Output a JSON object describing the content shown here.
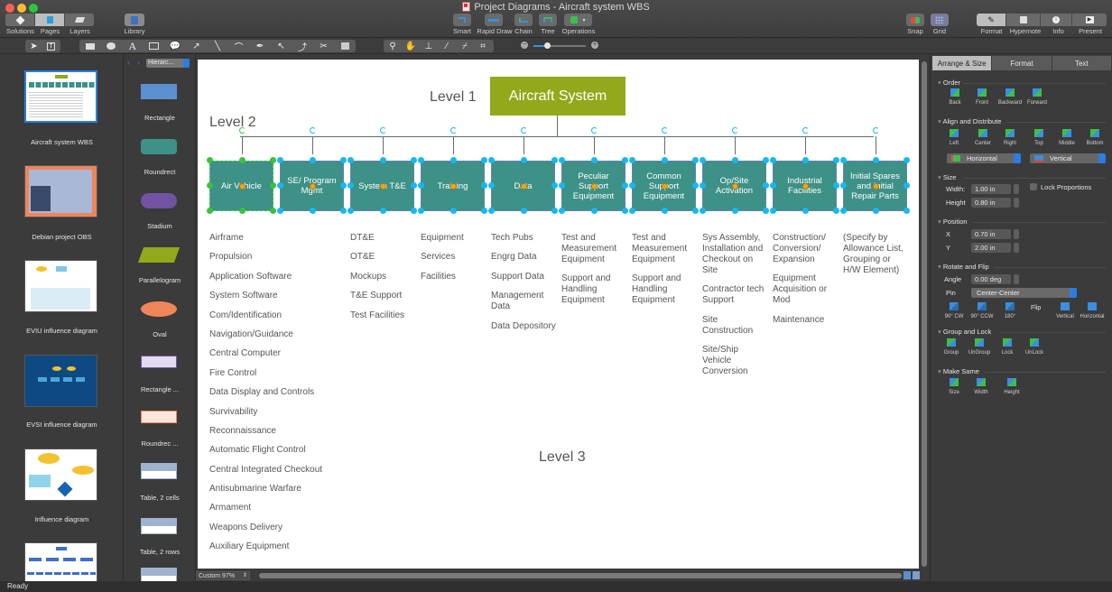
{
  "window": {
    "title": "Project Diagrams - Aircraft system WBS",
    "traffic_lights": {
      "close": "#ff5f57",
      "minimize": "#febc2e",
      "zoom": "#28c840"
    }
  },
  "toolbar": {
    "left_segment": [
      {
        "label": "Solutions",
        "icon": "solutions-icon",
        "active": false
      },
      {
        "label": "Pages",
        "icon": "pages-icon",
        "active": true
      },
      {
        "label": "Layers",
        "icon": "layers-icon",
        "active": false
      }
    ],
    "library": {
      "label": "Library",
      "icon": "library-icon"
    },
    "center": [
      {
        "label": "Smart",
        "icon": "smart-connector-icon"
      },
      {
        "label": "Rapid Draw",
        "icon": "rapid-draw-icon"
      },
      {
        "label": "Chain",
        "icon": "chain-icon"
      },
      {
        "label": "Tree",
        "icon": "tree-icon"
      },
      {
        "label": "Operations",
        "icon": "operations-icon"
      }
    ],
    "snap": {
      "label": "Snap",
      "icon": "snap-icon"
    },
    "grid": {
      "label": "Grid",
      "icon": "grid-icon"
    },
    "right_segment": [
      {
        "label": "Format",
        "icon": "format-icon",
        "active": true
      },
      {
        "label": "Hypernote",
        "icon": "hypernote-icon",
        "active": false
      },
      {
        "label": "Info",
        "icon": "info-icon",
        "active": false
      },
      {
        "label": "Present",
        "icon": "present-icon",
        "active": false
      }
    ]
  },
  "drawing_tools": {
    "select_group": [
      "pointer-tool",
      "text-select-tool"
    ],
    "shape_group": [
      "rectangle-tool",
      "oval-tool",
      "text-tool",
      "text-box-tool",
      "callout-tool",
      "arrow-tool",
      "line-tool",
      "arc-tool",
      "pen-tool",
      "bezier-tool",
      "polyline-tool",
      "connector-tool",
      "image-tool"
    ],
    "view_group": [
      "zoom-tool",
      "hand-tool",
      "stamp-tool",
      "eyedropper-tool",
      "brush-tool",
      "crop-tool"
    ],
    "zoom_slider_value": 0.2
  },
  "pages_panel": {
    "pages": [
      {
        "label": "Aircraft system WBS",
        "selected": true
      },
      {
        "label": "Debian project OBS",
        "selected": false
      },
      {
        "label": "EVIU influence diagram",
        "selected": false
      },
      {
        "label": "EVSI influence diagram",
        "selected": false
      },
      {
        "label": "Influence diagram",
        "selected": false
      },
      {
        "label": "",
        "selected": false
      }
    ]
  },
  "library_panel": {
    "library_select": "Hierarc...",
    "shapes": [
      {
        "label": "Rectangle",
        "color": "#5b8fd0"
      },
      {
        "label": "Roundrect",
        "color": "#3d9187"
      },
      {
        "label": "Stadium",
        "color": "#7152a3"
      },
      {
        "label": "Parallelogram",
        "color": "#93a81a"
      },
      {
        "label": "Oval",
        "color": "#f0855a"
      },
      {
        "label": "Rectangle ...",
        "color": "#e3daf2"
      },
      {
        "label": "Roundrec ...",
        "color": "#fde6dc"
      },
      {
        "label": "Table, 2 cells",
        "color": "#9fb3cf"
      },
      {
        "label": "Table, 2 rows",
        "color": "#9fb3cf"
      },
      {
        "label": "",
        "color": "#9fb3cf"
      }
    ]
  },
  "diagram": {
    "level1_label": "Level 1",
    "level2_label": "Level 2",
    "level3_label": "Level 3",
    "root": {
      "label": "Aircraft System",
      "color": "#93a81a"
    },
    "level2_color": "#3d9187",
    "level2": [
      {
        "label": "Air Vehicle",
        "children": [
          "Airframe",
          "Propulsion",
          "Application Software",
          "System Software",
          "Com/Identification",
          "Navigation/Guidance",
          "Central Computer",
          "Fire Control",
          "Data Display and Controls",
          "Survivability",
          "Reconnaissance",
          "Automatic Flight Control",
          "Central Integrated Checkout",
          "Antisubmarine Warfare",
          "Armament",
          "Weapons Delivery",
          "Auxiliary Equipment"
        ]
      },
      {
        "label": "SE/ Program Mgmt",
        "children": []
      },
      {
        "label": "System T&E",
        "children": [
          "DT&E",
          "OT&E",
          "Mockups",
          "T&E Support",
          "Test Facilities"
        ]
      },
      {
        "label": "Training",
        "children": [
          "Equipment",
          "Services",
          "Facilities"
        ]
      },
      {
        "label": "Data",
        "children": [
          "Tech Pubs",
          "Engrg Data",
          "Support Data",
          "Management Data",
          "Data Depository"
        ]
      },
      {
        "label": "Peculiar Support Equipment",
        "children": [
          "Test and Measurement Equipment",
          "Support and Handling Equipment"
        ]
      },
      {
        "label": "Common Support Equipment",
        "children": [
          "Test and Measurement Equipment",
          "Support and Handling Equipment"
        ]
      },
      {
        "label": "Op/Site Activation",
        "children": [
          "Sys Assembly, Installation and Checkout on Site",
          "Contractor tech Support",
          "Site Construction",
          "Site/Ship Vehicle Conversion"
        ]
      },
      {
        "label": "Industrial Facilities",
        "children": [
          "Construction/ Conversion/ Expansion",
          "Equipment Acquisition or Mod",
          "Maintenance"
        ]
      },
      {
        "label": "Initial Spares and Initial Repair Parts",
        "children": [
          "(Specify by Allowance List, Grouping or H/W Element)"
        ]
      }
    ]
  },
  "canvas_footer": {
    "zoom_label": "Custom 97%"
  },
  "inspector": {
    "tabs": [
      {
        "label": "Arrange & Size",
        "active": true
      },
      {
        "label": "Format",
        "active": false
      },
      {
        "label": "Text",
        "active": false
      }
    ],
    "order": {
      "title": "Order",
      "buttons": [
        "Back",
        "Front",
        "Backward",
        "Forward"
      ]
    },
    "align": {
      "title": "Align and Distribute",
      "buttons": [
        "Left",
        "Center",
        "Right",
        "Top",
        "Middle",
        "Bottom"
      ],
      "horizontal_select": "Horizontal",
      "vertical_select": "Vertical"
    },
    "size": {
      "title": "Size",
      "width_label": "Width:",
      "width": "1.00 in",
      "height_label": "Height",
      "height": "0.80 in",
      "lock_label": "Lock Proportions",
      "lock_checked": false
    },
    "position": {
      "title": "Position",
      "x_label": "X",
      "x": "0.70 in",
      "y_label": "Y",
      "y": "2.00 in"
    },
    "rotate": {
      "title": "Rotate and Flip",
      "angle_label": "Angle",
      "angle": "0.00 deg",
      "pin_label": "Pin",
      "pin": "Center-Center",
      "buttons": [
        "90° CW",
        "90° CCW",
        "180°"
      ],
      "flip_label": "Flip",
      "flip_buttons": [
        "Vertical",
        "Horizontal"
      ]
    },
    "group": {
      "title": "Group and Lock",
      "buttons": [
        "Group",
        "UnGroup",
        "Lock",
        "UnLock"
      ]
    },
    "make_same": {
      "title": "Make Same",
      "buttons": [
        "Size",
        "Width",
        "Height"
      ]
    }
  },
  "status": {
    "text": "Ready"
  }
}
